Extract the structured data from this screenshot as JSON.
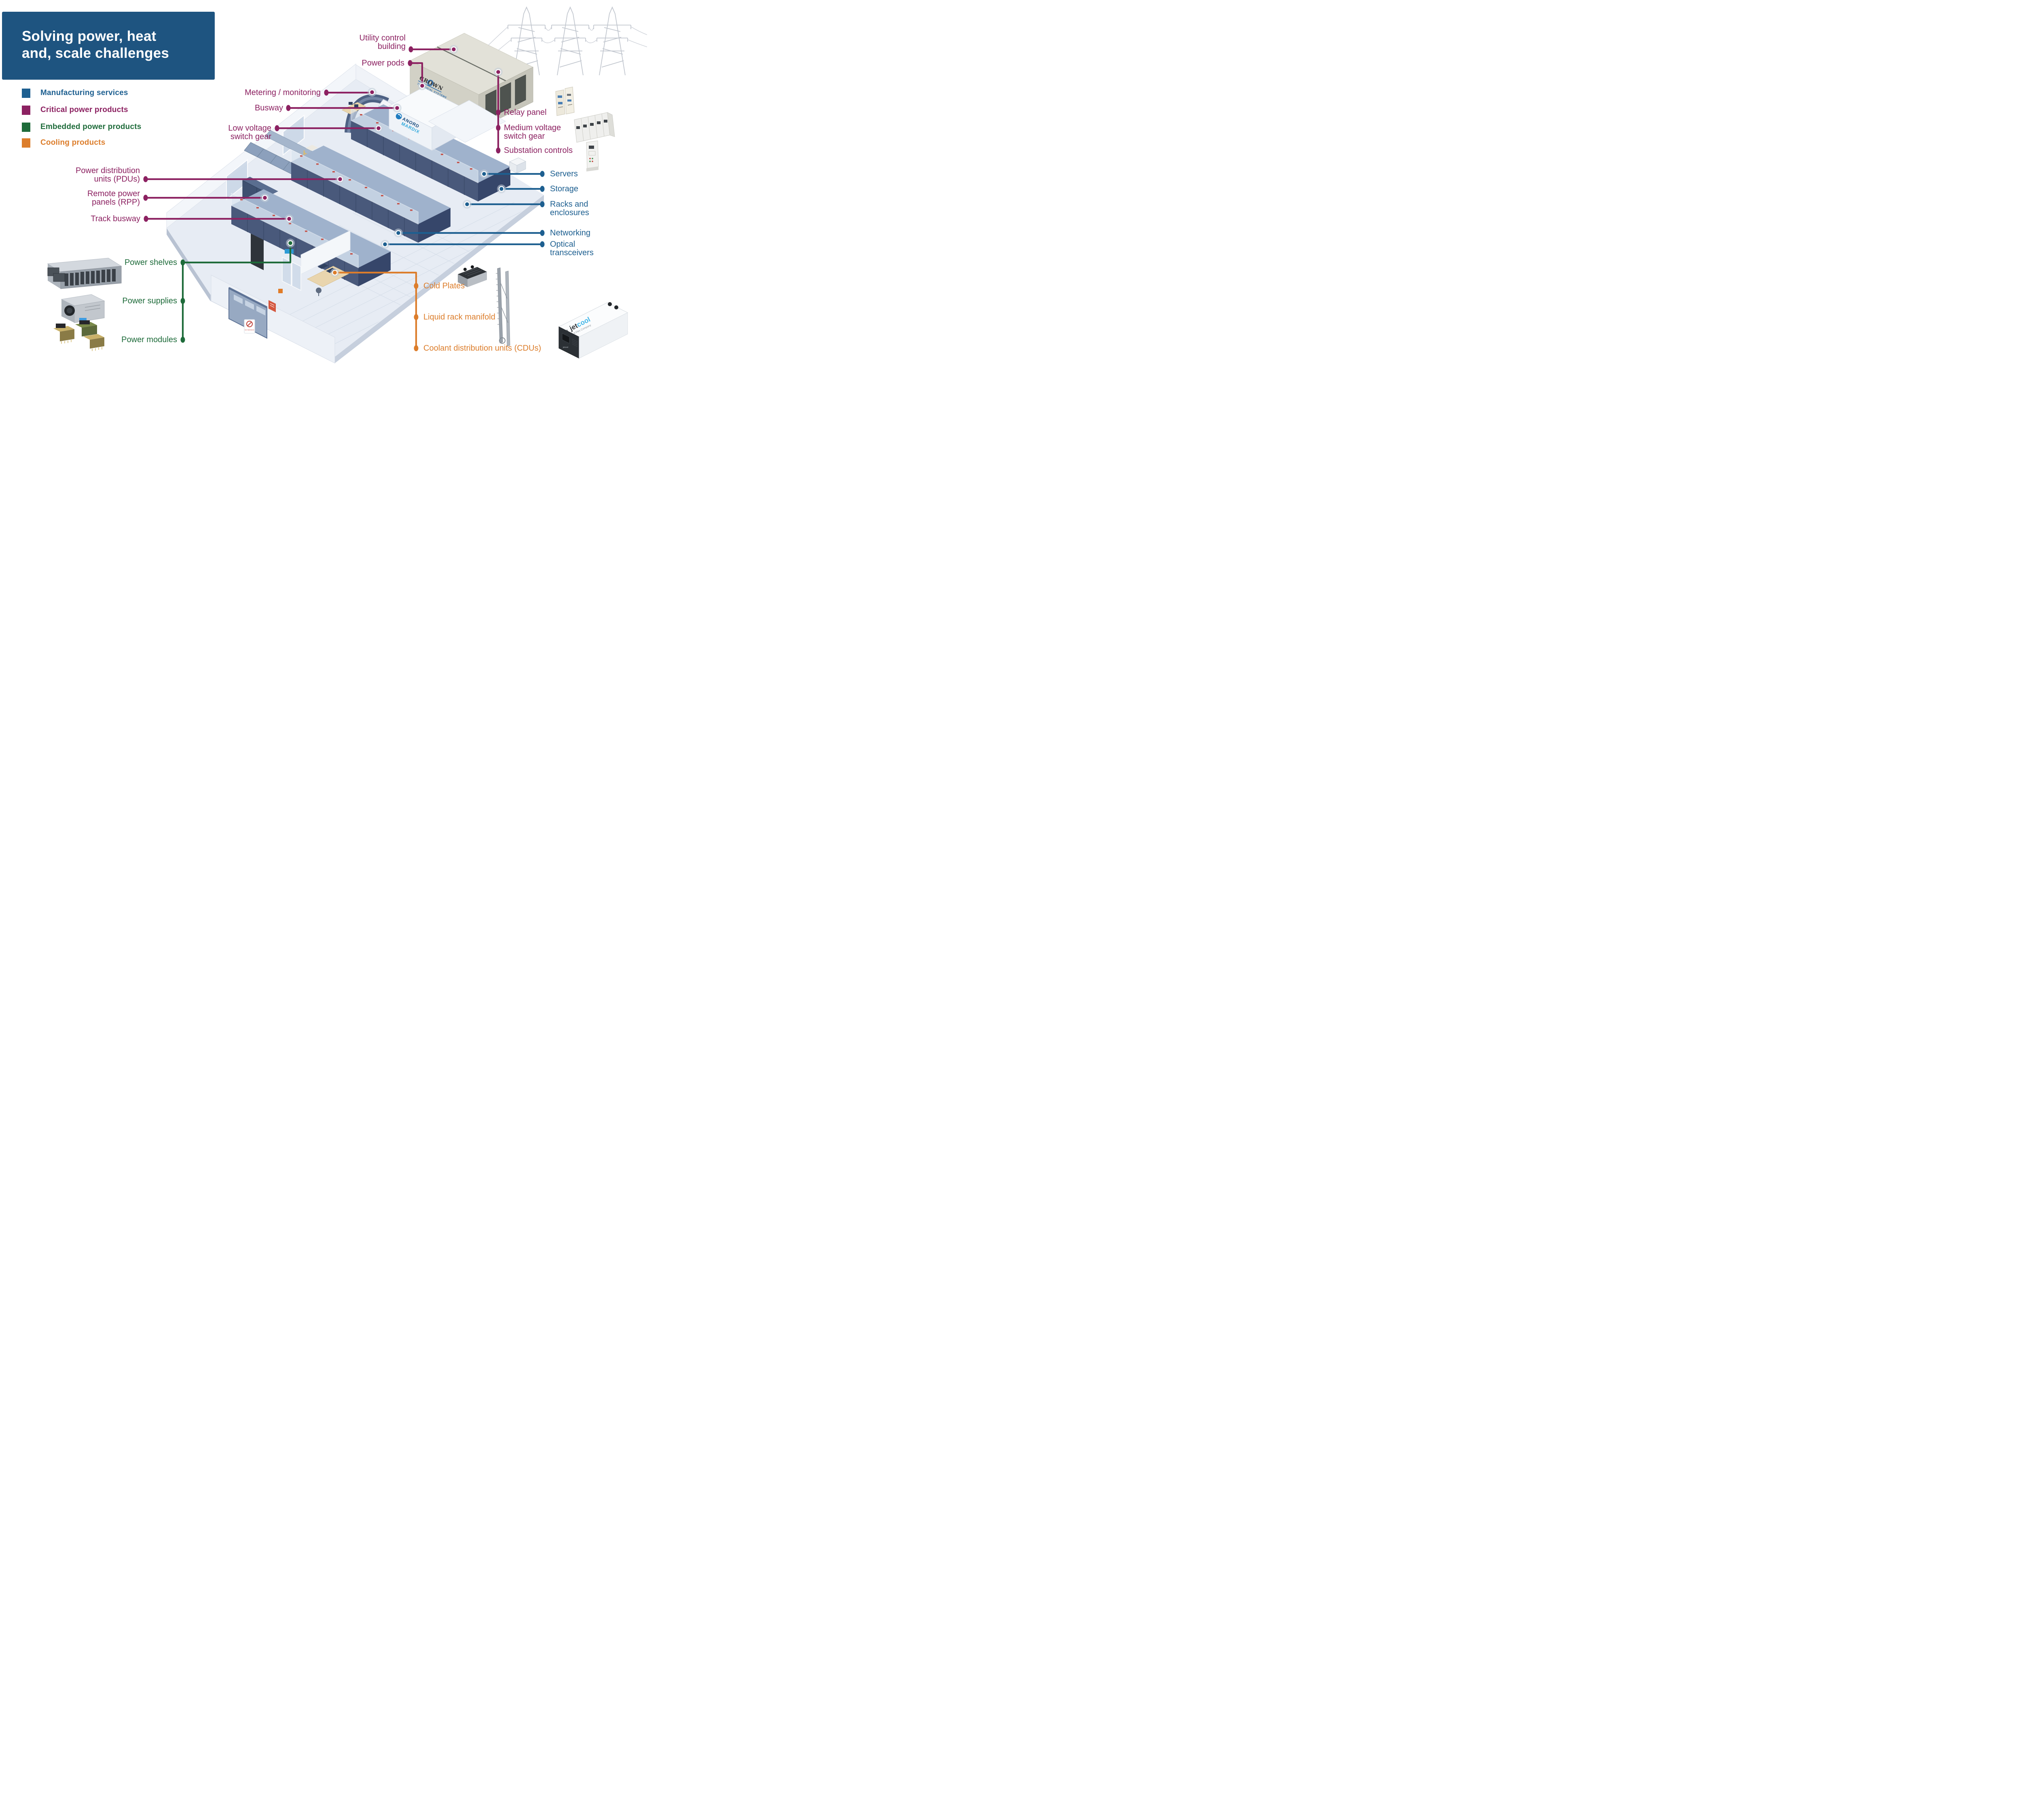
{
  "title": {
    "line1": "Solving power, heat",
    "line2": "and, scale challenges"
  },
  "legend": {
    "items": [
      {
        "label": "Manufacturing services",
        "color": "#1D5F90"
      },
      {
        "label": "Critical power products",
        "color": "#8C2161"
      },
      {
        "label": "Embedded power products",
        "color": "#1E6B3A"
      },
      {
        "label": "Cooling products",
        "color": "#DC7D2B"
      }
    ]
  },
  "colors": {
    "manufacturing": "#1D5F90",
    "critical": "#8C2161",
    "embedded": "#1E6B3A",
    "cooling": "#DC7D2B",
    "title_bg": "#1E5480",
    "callout_halo": "#C3CDD9"
  },
  "callouts": {
    "critical": {
      "utility_control_1": "Utility control",
      "utility_control_2": "building",
      "power_pods": "Power pods",
      "metering": "Metering / monitoring",
      "busway": "Busway",
      "low_voltage_1": "Low voltage",
      "low_voltage_2": "switch gear",
      "pdu_1": "Power distribution",
      "pdu_2": "units (PDUs)",
      "rpp_1": "Remote power",
      "rpp_2": "panels (RPP)",
      "track_busway": "Track busway",
      "relay_panel": "Relay panel",
      "mv_switchgear_1": "Medium voltage",
      "mv_switchgear_2": "switch gear",
      "substation": "Substation controls"
    },
    "manufacturing": {
      "servers": "Servers",
      "storage": "Storage",
      "racks_1": "Racks and",
      "racks_2": "enclosures",
      "networking": "Networking",
      "optical_1": "Optical",
      "optical_2": "transceivers"
    },
    "embedded": {
      "power_shelves": "Power shelves",
      "power_supplies": "Power supplies",
      "power_modules": "Power modules"
    },
    "cooling": {
      "cold_plates": "Cold Plates",
      "liquid_manifold": "Liquid rack manifold",
      "cdus": "Coolant distribution units (CDUs)"
    }
  },
  "logos": {
    "crown": {
      "name": "CROWN",
      "division": "TECHNICAL SYSTEMS",
      "tagline": "A Flex Company"
    },
    "anord": {
      "top": "ANORD",
      "bottom": "MARDIX"
    },
    "jetcool": {
      "jet": "jet",
      "cool": "cool",
      "full": "jetcool",
      "tagline": "A Flex Company"
    }
  },
  "signs": {
    "no_smoking": "NO SMOKING"
  }
}
